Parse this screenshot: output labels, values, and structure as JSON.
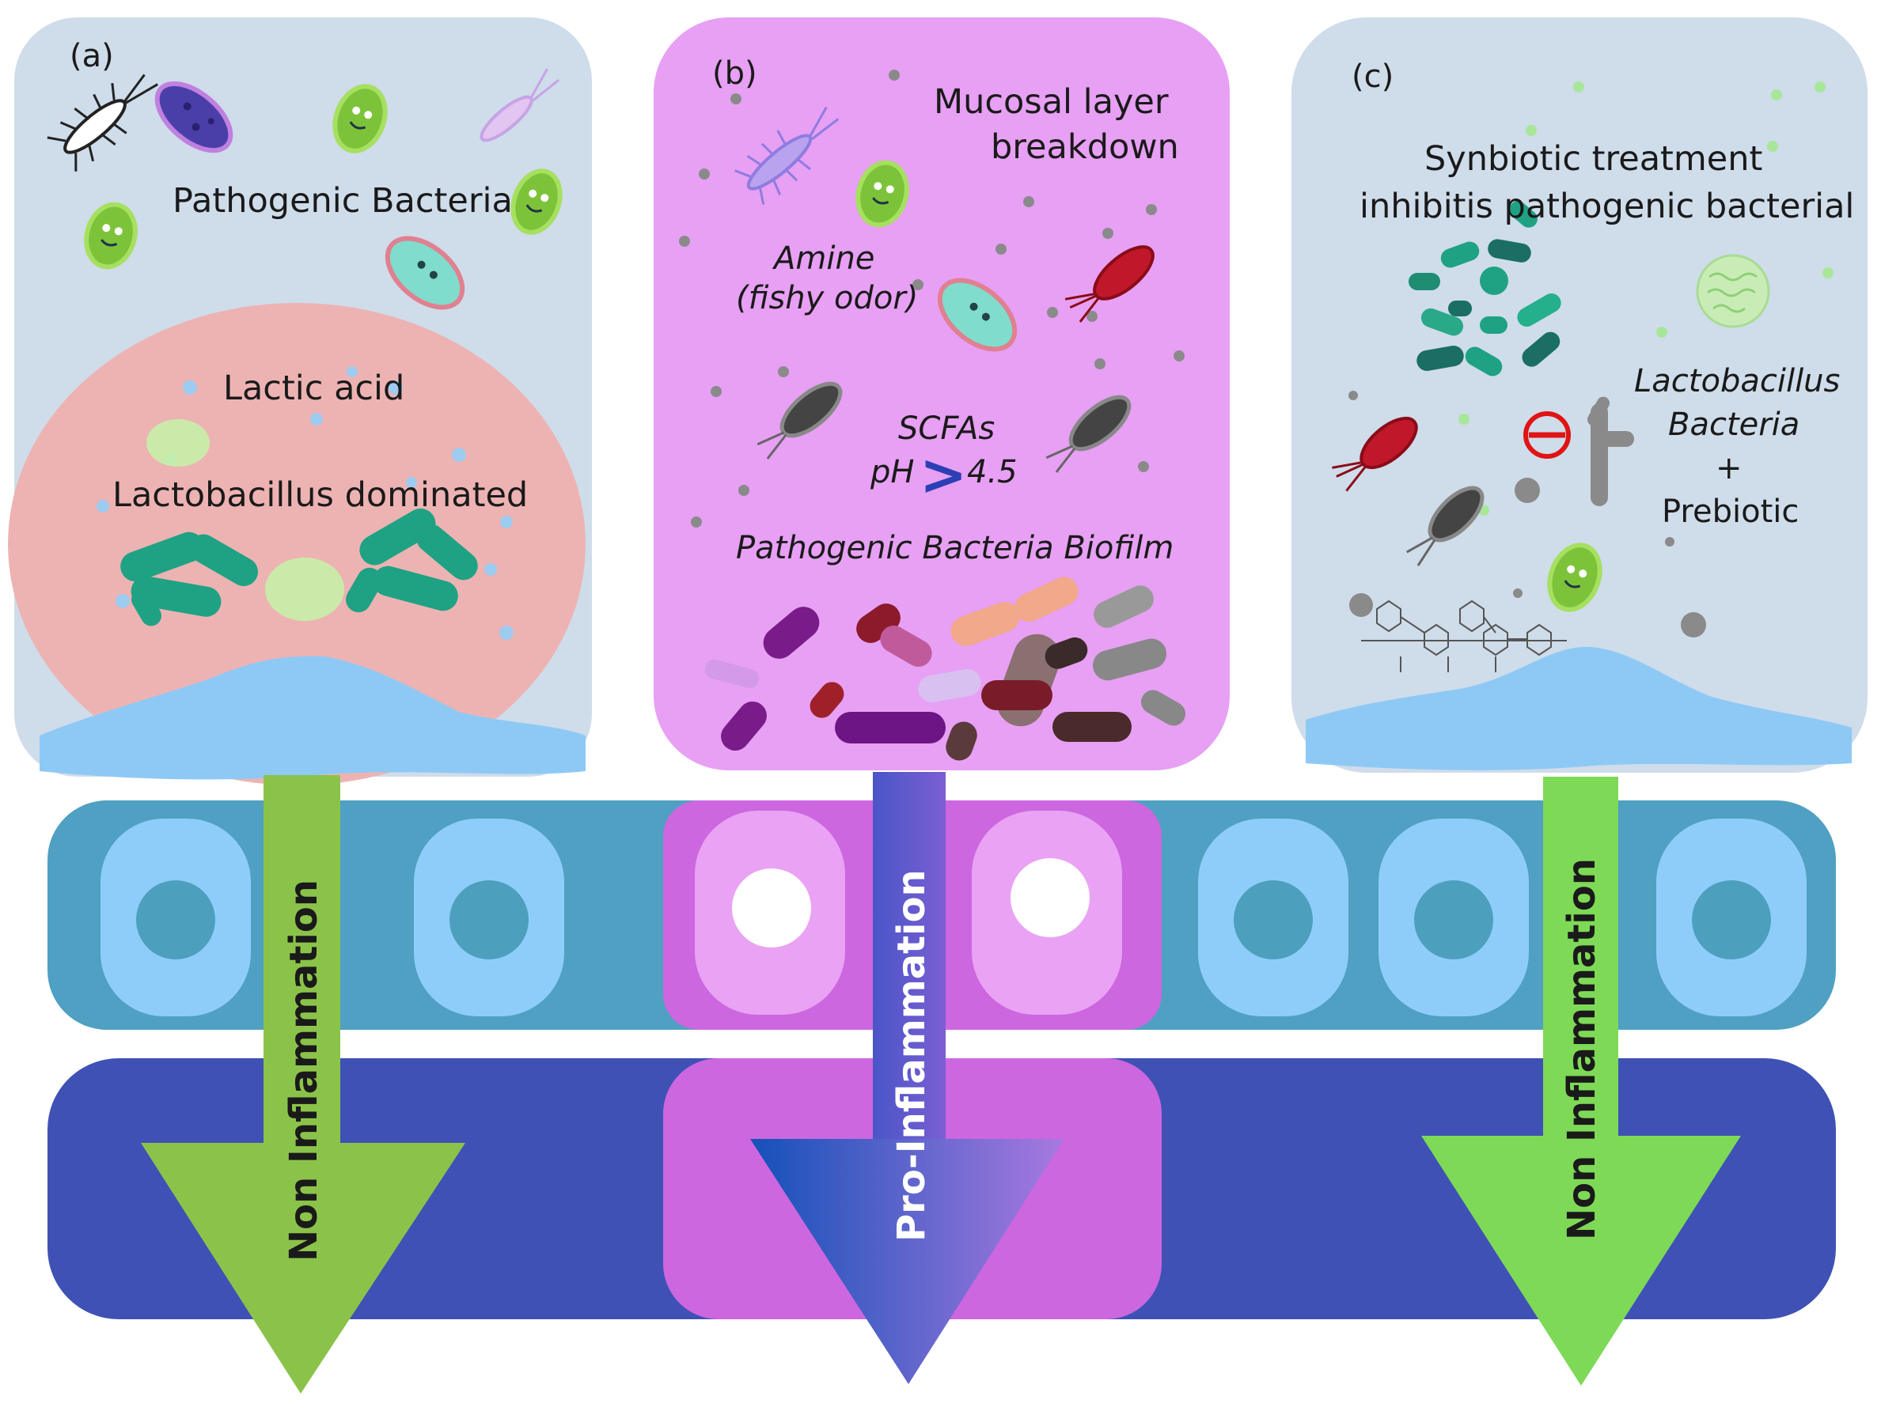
{
  "panels": {
    "a": {
      "tag": "(a)",
      "pathogenic_label": "Pathogenic Bacteria",
      "lactic_label": "Lactic acid",
      "dominated_label": "Lactobacillus dominated",
      "arrow_label": "Non Inflammation"
    },
    "b": {
      "tag": "(b)",
      "mucosal_line1": "Mucosal layer",
      "mucosal_line2": "breakdown",
      "amine_line1": "Amine",
      "amine_line2": "(fishy odor)",
      "scfa_label": "SCFAs",
      "ph_label": "pH",
      "ph_symbol": ">",
      "ph_value": "4.5",
      "biofilm_label": "Pathogenic Bacteria Biofilm",
      "arrow_label": "Pro-Inflammation"
    },
    "c": {
      "tag": "(c)",
      "synbiotic_line1": "Synbiotic treatment",
      "synbiotic_line2": "inhibitis pathogenic bacterial",
      "lacto_line1": "Lactobacillus",
      "lacto_line2": "Bacteria",
      "plus": "+",
      "prebiotic": "Prebiotic",
      "arrow_label": "Non Inflammation"
    }
  },
  "colors": {
    "panel_bg": "#cfdcea",
    "panel_b_bg": "#e7a0f4",
    "lacto_zone": "#edb3b3",
    "mucus": "#8ec9f5",
    "epithelium": "#4fa0c2",
    "cell": "#8ecdfa",
    "nucleus": "#4d9fbe",
    "lamina": "#3f51b5",
    "inflamed": "#cc67e0",
    "inflamed_cell": "#eaa2f4",
    "green_arrow": "#8bc34a",
    "green_arrow_c": "#7ed957",
    "pro_arrow_start": "#1451b8",
    "pro_arrow_end": "#9b6cdc"
  }
}
